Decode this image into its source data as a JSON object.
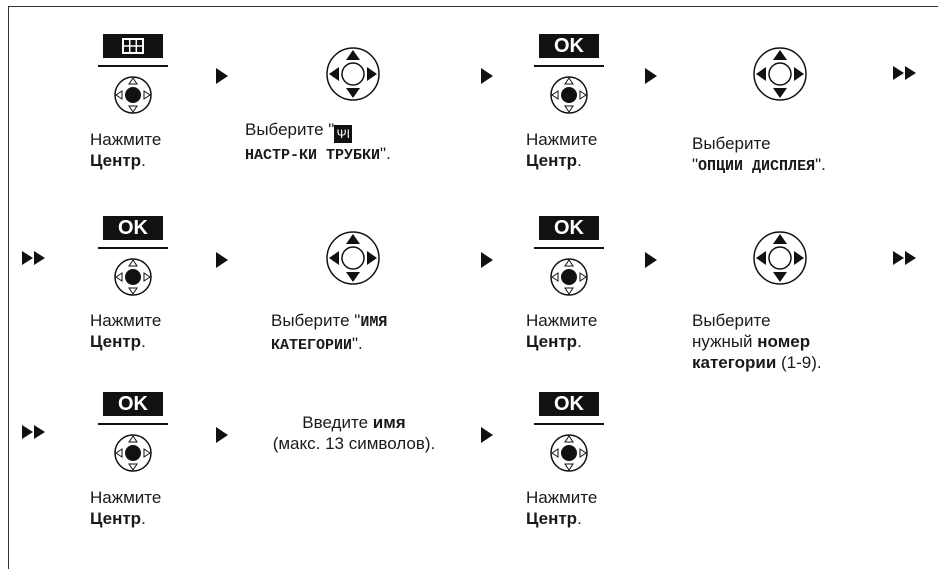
{
  "keys": {
    "menu_icon": "menu-grid-icon",
    "ok": "OK"
  },
  "steps": {
    "r1c1": {
      "line1": "Нажмите",
      "bold": "Центр",
      "end": "."
    },
    "r1c2": {
      "pre": "Выберите \"",
      "icon": "tool-icon",
      "icon_glyph": "ΨΙ",
      "mono": "НАСТР-КИ ТРУБКИ",
      "end": "\"."
    },
    "r1c3": {
      "line1": "Нажмите",
      "bold": "Центр",
      "end": "."
    },
    "r1c4": {
      "line1": "Выберите",
      "pre": "\"",
      "mono": "ОПЦИИ ДИСПЛЕЯ",
      "end": "\"."
    },
    "r2c1": {
      "line1": "Нажмите",
      "bold": "Центр",
      "end": "."
    },
    "r2c2": {
      "pre": "Выберите \"",
      "mono1": "ИМЯ",
      "mono2": "КАТЕГОРИИ",
      "end": "\"."
    },
    "r2c3": {
      "line1": "Нажмите",
      "bold": "Центр",
      "end": "."
    },
    "r2c4": {
      "line1": "Выберите",
      "pre": "нужный ",
      "bold1": "номер",
      "bold2": "категории",
      "end": " (1-9)."
    },
    "r3c1": {
      "line1": "Нажмите",
      "bold": "Центр",
      "end": "."
    },
    "r3c2": {
      "pre": "Введите ",
      "bold": "имя",
      "line2": "(макс. 13 символов)."
    },
    "r3c3": {
      "line1": "Нажмите",
      "bold": "Центр",
      "end": "."
    }
  }
}
